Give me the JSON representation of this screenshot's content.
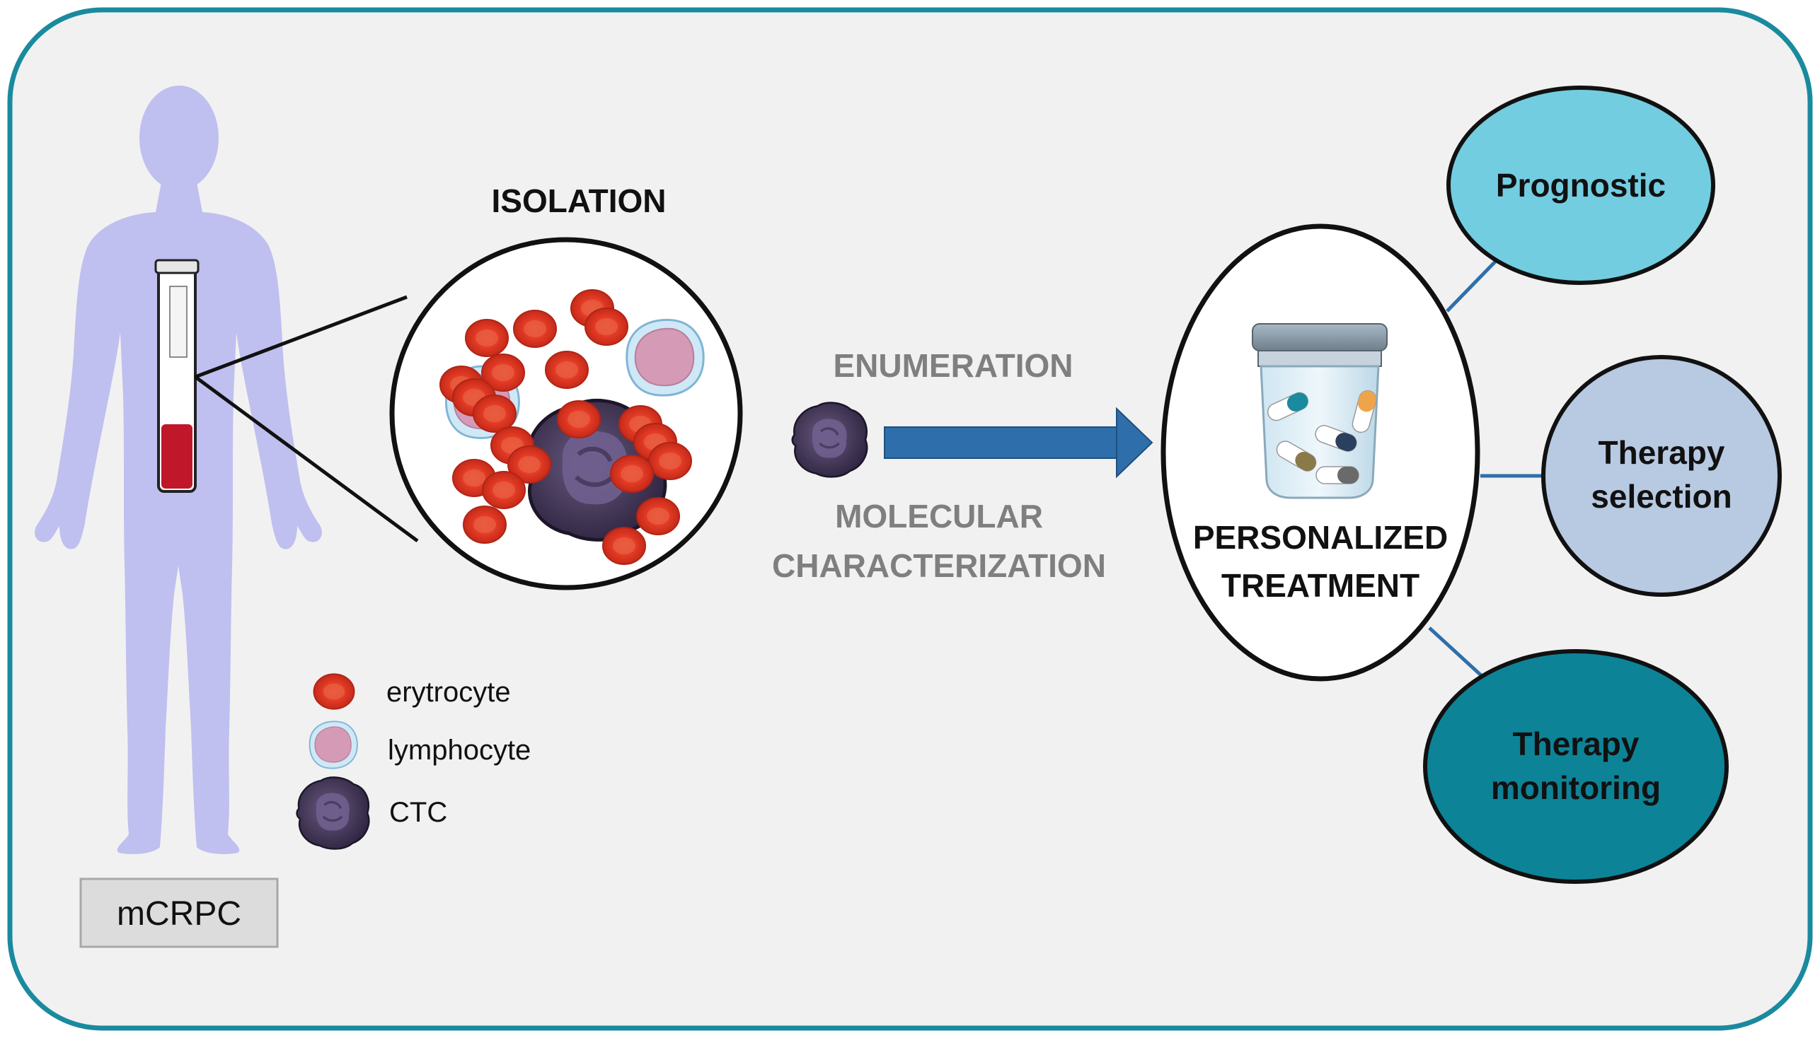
{
  "isolation_label": "ISOLATION",
  "enumeration_label": "ENUMERATION",
  "molecular_label_1": "MOLECULAR",
  "molecular_label_2": "CHARACTERIZATION",
  "personalized_label_1": "PERSONALIZED",
  "personalized_label_2": "TREATMENT",
  "patient_label": "mCRPC",
  "legend": {
    "erythrocyte": "erytrocyte",
    "lymphocyte": "lymphocyte",
    "ctc": "CTC"
  },
  "outcomes": {
    "prognostic": "Prognostic",
    "therapy_selection_1": "Therapy",
    "therapy_selection_2": "selection",
    "therapy_monitoring_1": "Therapy",
    "therapy_monitoring_2": "monitoring"
  },
  "colors": {
    "frame": "#1a8a9e",
    "background": "#f1f1f1",
    "body": "#bfbff0",
    "blood": "#c0182a",
    "erythrocyte": "#e8442c",
    "lymphocyte": "#d9a1bb",
    "ctc": "#4a3a5e",
    "arrow": "#2e6fab",
    "prognostic": "#73cde0",
    "therapy_selection": "#b8c9e2",
    "therapy_monitoring": "#0d8397",
    "gray_text": "#7f7f7f"
  }
}
